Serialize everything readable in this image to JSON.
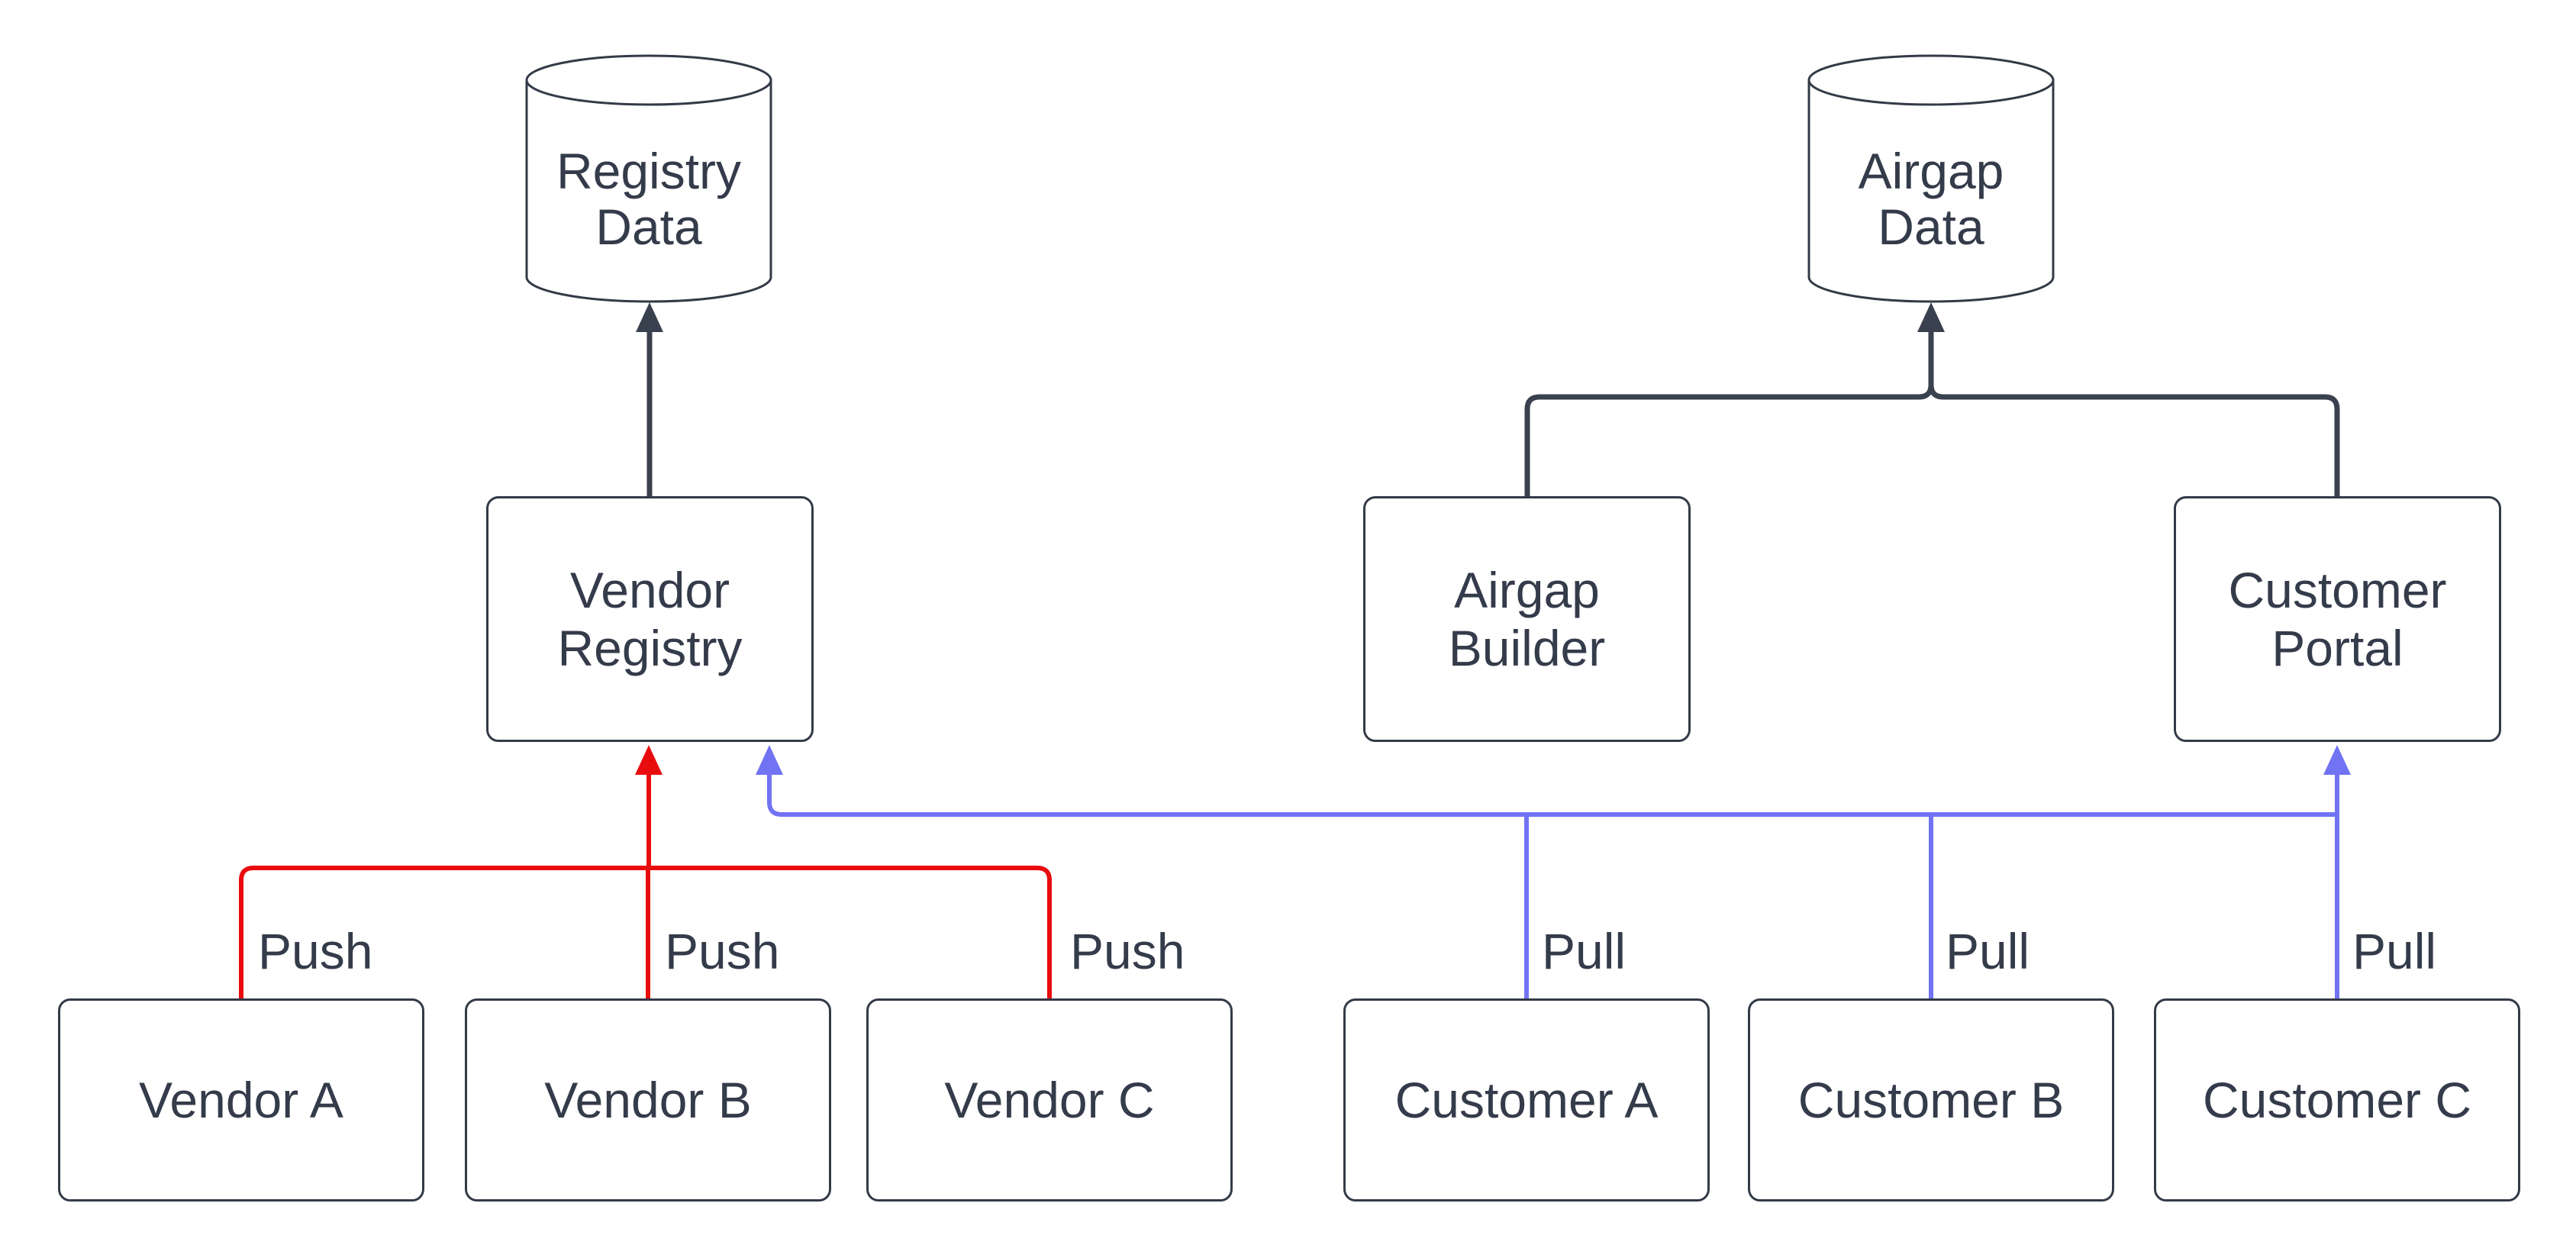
{
  "diagram": {
    "nodes": {
      "registry_data": {
        "label": "Registry\nData",
        "shape": "database"
      },
      "airgap_data": {
        "label": "Airgap\nData",
        "shape": "database"
      },
      "vendor_registry": {
        "label": "Vendor\nRegistry",
        "shape": "rect"
      },
      "airgap_builder": {
        "label": "Airgap\nBuilder",
        "shape": "rect"
      },
      "customer_portal": {
        "label": "Customer\nPortal",
        "shape": "rect"
      },
      "vendor_a": {
        "label": "Vendor A",
        "shape": "rect"
      },
      "vendor_b": {
        "label": "Vendor B",
        "shape": "rect"
      },
      "vendor_c": {
        "label": "Vendor C",
        "shape": "rect"
      },
      "customer_a": {
        "label": "Customer A",
        "shape": "rect"
      },
      "customer_b": {
        "label": "Customer B",
        "shape": "rect"
      },
      "customer_c": {
        "label": "Customer C",
        "shape": "rect"
      }
    },
    "edge_labels": {
      "push": "Push",
      "pull": "Pull"
    },
    "colors": {
      "push_edge": "#e90c0f",
      "pull_edge": "#7173f2",
      "dark_edge": "#3a414e",
      "node_border": "#333a47",
      "node_fill": "#ffffff",
      "text": "#343b4a",
      "background": "#ffffff"
    }
  }
}
